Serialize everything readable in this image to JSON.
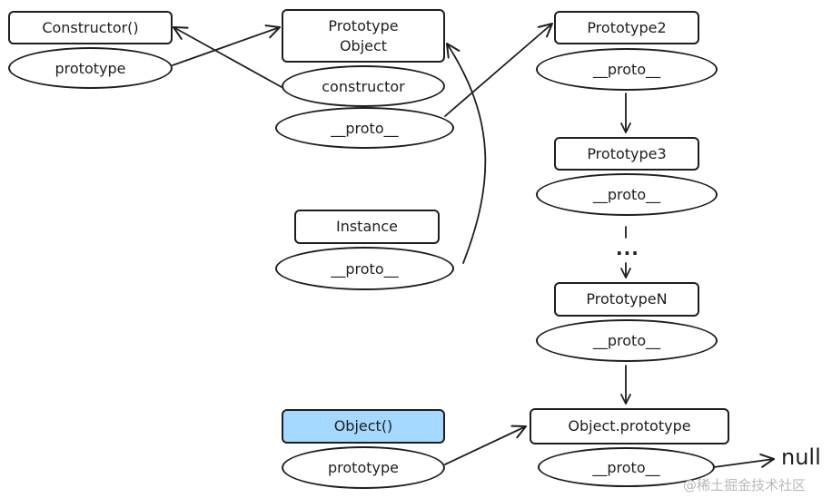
{
  "nodes": {
    "constructor_fn": "Constructor()",
    "constructor_prototype": "prototype",
    "prototype_object_line1": "Prototype",
    "prototype_object_line2": "Object",
    "prototype_object_constructor": "constructor",
    "prototype_object_proto": "__proto__",
    "instance": "Instance",
    "instance_proto": "__proto__",
    "prototype2": "Prototype2",
    "prototype2_proto": "__proto__",
    "prototype3": "Prototype3",
    "prototype3_proto": "__proto__",
    "ellipsis": "...",
    "prototypeN": "PrototypeN",
    "prototypeN_proto": "__proto__",
    "object_fn": "Object()",
    "object_fn_prototype": "prototype",
    "object_prototype": "Object.prototype",
    "object_prototype_proto": "__proto__",
    "null_label": "null"
  },
  "watermark": "@稀土掘金技术社区",
  "colors": {
    "stroke": "#1e1e1e",
    "highlight_fill": "#a5d8ff",
    "background": "#ffffff"
  }
}
